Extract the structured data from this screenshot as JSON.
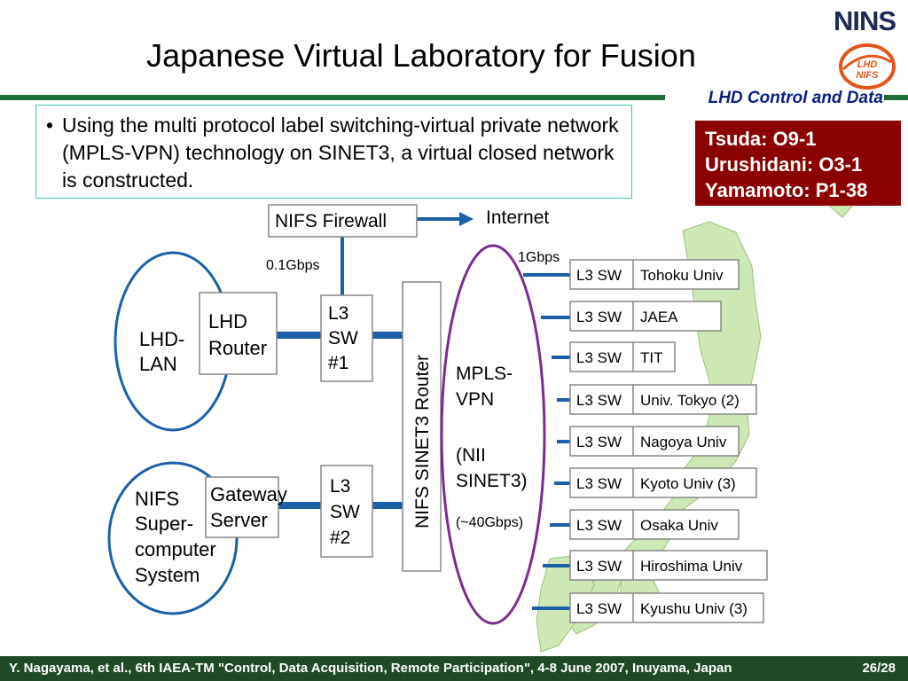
{
  "title": "Japanese Virtual Laboratory for Fusion",
  "logo": {
    "text": "NINS",
    "badge_line1": "LHD",
    "badge_line2": "NIFS"
  },
  "section_label": "LHD Control and Data",
  "bullet": "Using the multi protocol label switching-virtual private network (MPLS-VPN)  technology on SINET3, a virtual closed network is constructed.",
  "references": [
    "Tsuda: O9-1",
    "Urushidani: O3-1",
    "Yamamoto: P1-38"
  ],
  "colors": {
    "accent_green": "#1f6b37",
    "footer_bg": "#1e4a26",
    "ref_bg": "#8b0000",
    "title_blue": "#0a1e84",
    "link_blue": "#1b5fa8",
    "mpls_purple": "#7a2c8e",
    "bullet_border": "#46c5b5"
  },
  "diagram": {
    "firewall": "NIFS Firewall",
    "internet": "Internet",
    "speed_01": "0.1Gbps",
    "speed_1": "1Gbps",
    "lhd_lan": [
      "LHD-",
      "LAN"
    ],
    "lhd_router": [
      "LHD",
      "Router"
    ],
    "l3sw1": [
      "L3",
      "SW",
      "#1"
    ],
    "l3sw2": [
      "L3",
      "SW",
      "#2"
    ],
    "nifs_super": [
      "NIFS",
      "Super-",
      "computer",
      "System"
    ],
    "gateway": [
      "Gateway",
      "Server"
    ],
    "sinet_router": "NIFS SINET3 Router",
    "mpls": [
      "MPLS-",
      "VPN",
      "",
      "(NII",
      "SINET3)"
    ],
    "mpls_speed": "(~40Gbps)",
    "l3sw_label": "L3 SW",
    "sites": [
      "Tohoku Univ",
      "JAEA",
      "TIT",
      "Univ. Tokyo (2)",
      "Nagoya Univ",
      "Kyoto Univ (3)",
      "Osaka Univ",
      "Hiroshima Univ",
      "Kyushu Univ (3)"
    ]
  },
  "footer": {
    "text": "Y. Nagayama, et al., 6th IAEA-TM \"Control, Data Acquisition, Remote Participation\", 4-8 June 2007, Inuyama, Japan",
    "page": "26/28"
  }
}
